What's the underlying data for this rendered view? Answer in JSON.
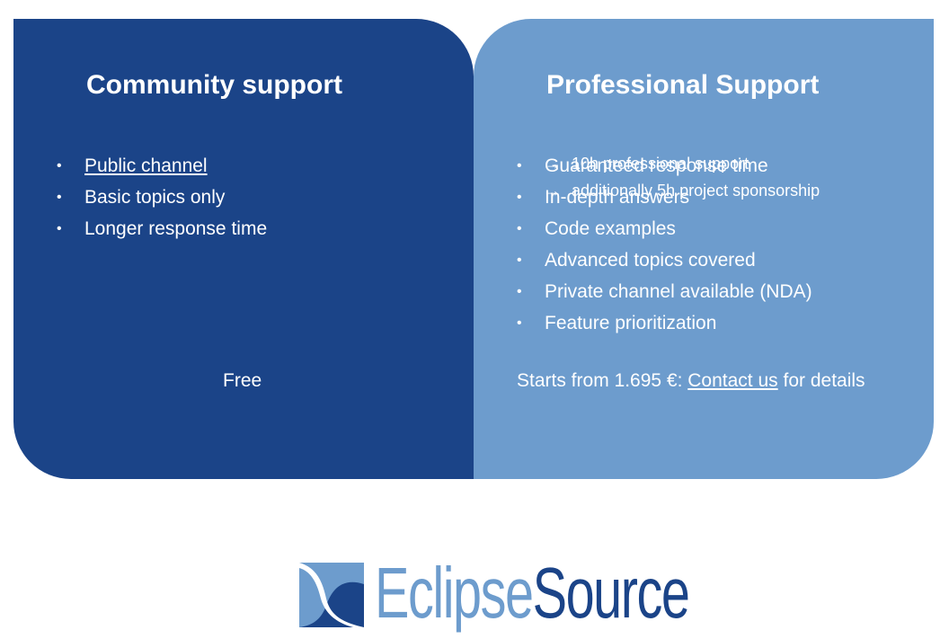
{
  "community": {
    "title": "Community support",
    "items": [
      {
        "label": "Public channel",
        "link": true
      },
      {
        "label": "Basic topics only",
        "link": false
      },
      {
        "label": "Longer response time",
        "link": false
      }
    ],
    "price": "Free"
  },
  "professional": {
    "title": "Professional Support",
    "items": [
      {
        "label": "Guaranteed response time"
      },
      {
        "label": "In-depth answers"
      },
      {
        "label": "Code examples"
      },
      {
        "label": "Advanced topics covered"
      },
      {
        "label": "Private channel available (NDA)"
      },
      {
        "label": "Feature prioritization"
      }
    ],
    "price_prefix": "Starts from 1.695 €: ",
    "contact_link": "Contact us",
    "price_suffix": " for details",
    "sub_items": [
      {
        "arrow": "→",
        "label": "10h professional support"
      },
      {
        "arrow": "→",
        "label": "additionally 5h project sponsorship"
      }
    ]
  },
  "bullet": "•",
  "logo": {
    "part1": "Eclipse",
    "part2": "Source"
  },
  "colors": {
    "dark_blue": "#1b4488",
    "light_blue": "#6d9ccd"
  }
}
